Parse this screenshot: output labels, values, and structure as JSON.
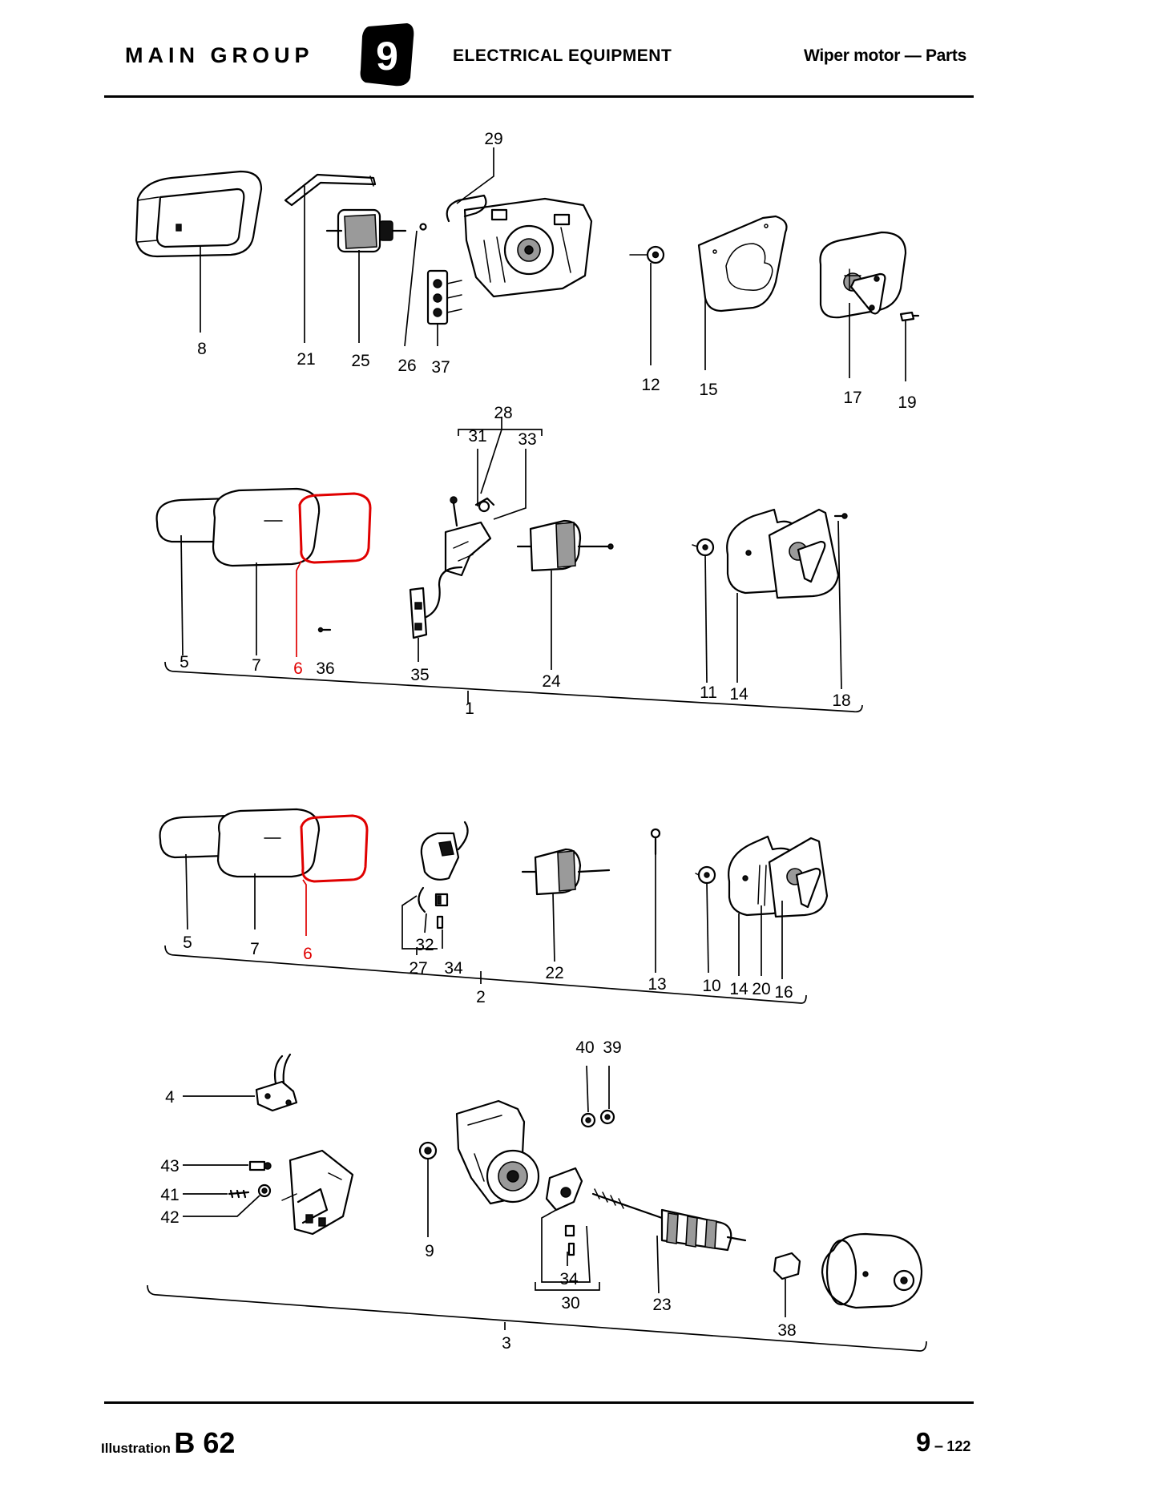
{
  "header": {
    "main_group": "MAIN GROUP",
    "group_number": "9",
    "section": "ELECTRICAL EQUIPMENT",
    "topic": "Wiper motor — Parts"
  },
  "footer": {
    "illustration_label": "Illustration",
    "illustration_number": "B 62",
    "page_major": "9",
    "page_separator": "–",
    "page_minor": "122"
  },
  "callouts": {
    "n1": "1",
    "n2": "2",
    "n3": "3",
    "n4": "4",
    "n5a": "5",
    "n5b": "5",
    "n6a": "6",
    "n6b": "6",
    "n7a": "7",
    "n7b": "7",
    "n8": "8",
    "n9": "9",
    "n10": "10",
    "n11": "11",
    "n12": "12",
    "n13": "13",
    "n14a": "14",
    "n14b": "14",
    "n15": "15",
    "n16": "16",
    "n17": "17",
    "n18": "18",
    "n19": "19",
    "n20": "20",
    "n21": "21",
    "n22": "22",
    "n23": "23",
    "n24": "24",
    "n25": "25",
    "n26": "26",
    "n27": "27",
    "n28": "28",
    "n29": "29",
    "n30": "30",
    "n31": "31",
    "n32": "32",
    "n33": "33",
    "n34a": "34",
    "n34b": "34",
    "n35": "35",
    "n36": "36",
    "n37": "37",
    "n38": "38",
    "n39": "39",
    "n40": "40",
    "n41": "41",
    "n42": "42",
    "n43": "43"
  },
  "colors": {
    "highlight": "#e00000",
    "ink": "#000000"
  }
}
